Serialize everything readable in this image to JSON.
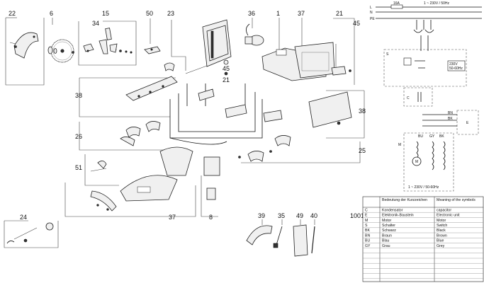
{
  "callouts": [
    "22",
    "6",
    "15",
    "50",
    "23",
    "36",
    "1",
    "37",
    "21",
    "45",
    "34",
    "45",
    "21",
    "38",
    "38",
    "26",
    "25",
    "51",
    "8",
    "37",
    "24",
    "39",
    "35",
    "49",
    "40",
    "1001"
  ],
  "schematic": {
    "lines": [
      "L",
      "N",
      "PE"
    ],
    "fuse": "16A",
    "supply": "1 ~ 230V / 50Hz",
    "switch": "S",
    "electronic_rating_1": "230V",
    "electronic_rating_2": "50-60Hz",
    "capacitor": "C",
    "electronic_unit": "E",
    "motor_label": "M",
    "wire_bn": "BN",
    "wire_bk": "BK",
    "wire_bu": "BU",
    "wire_gy": "GY",
    "wire_bk2": "BK",
    "motor_circle": "M",
    "motor_rating": "1 ~ 230V / 50-60Hz"
  },
  "legend": {
    "header_col2": "Bedeutung der Kurzzeichen",
    "header_col3": "Meaning of the symbols",
    "rows": [
      {
        "code": "C",
        "de": "Kondensator",
        "en": "capacitor"
      },
      {
        "code": "E",
        "de": "Elektronik-Baustein",
        "en": "Electronic unit"
      },
      {
        "code": "M",
        "de": "Motor",
        "en": "Motor"
      },
      {
        "code": "S",
        "de": "Schalter",
        "en": "Switch"
      },
      {
        "code": "BK",
        "de": "Schwarz",
        "en": "Black"
      },
      {
        "code": "BN",
        "de": "Braun",
        "en": "Brown"
      },
      {
        "code": "BU",
        "de": "Blau",
        "en": "Blue"
      },
      {
        "code": "GY",
        "de": "Grau",
        "en": "Grey"
      }
    ]
  },
  "colors": {
    "line": "#444444",
    "ink": "#111111",
    "part_fill": "#f0f0f0",
    "dark_part": "#333333"
  }
}
